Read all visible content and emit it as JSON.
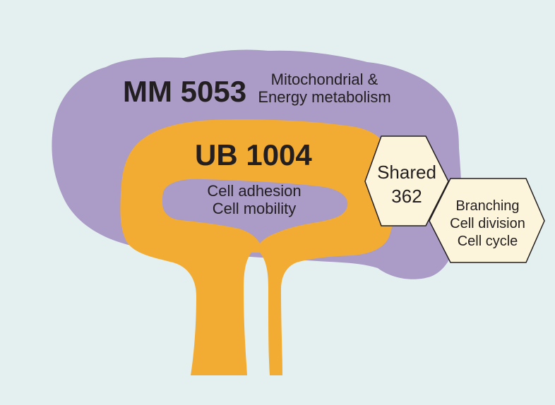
{
  "colors": {
    "background": "#e4f0f0",
    "mm_region": "#ab9bc7",
    "ub_region": "#f2ac33",
    "hexagon_fill": "#fcf5dc",
    "hexagon_stroke": "#231f20",
    "text": "#231f20"
  },
  "mm_region": {
    "name": "MM 5053",
    "functions": [
      "Mitochondrial &",
      "Energy metabolism"
    ]
  },
  "ub_region": {
    "name": "UB 1004",
    "functions": [
      "Cell adhesion",
      "Cell mobility"
    ]
  },
  "shared": {
    "label": "Shared",
    "count": "362"
  },
  "shared_functions": [
    "Branching",
    "Cell division",
    "Cell cycle"
  ]
}
